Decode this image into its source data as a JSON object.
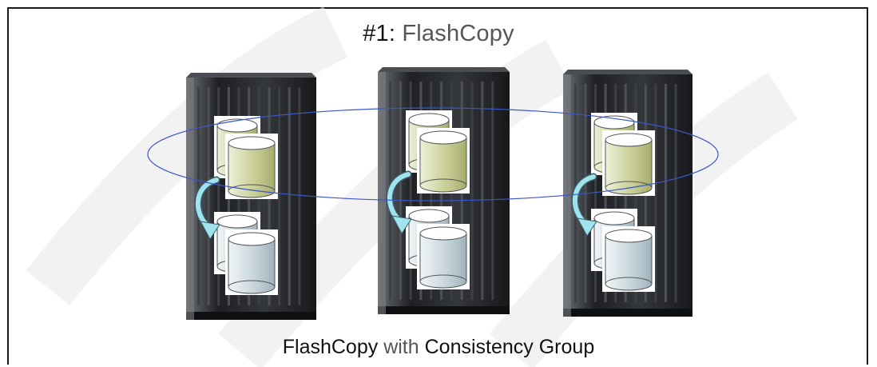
{
  "diagram": {
    "title_prefix": "#1:",
    "title_main": "FlashCopy",
    "caption_part1": "FlashCopy",
    "caption_part2": "with",
    "caption_part3": "Consistency Group",
    "storage_units": [
      {
        "name": "storage-unit-left"
      },
      {
        "name": "storage-unit-center"
      },
      {
        "name": "storage-unit-right"
      }
    ],
    "colors": {
      "source_volume": "#c9cf98",
      "target_volume": "#c8d6dc",
      "arrow": "#9fe3ee",
      "group_ellipse": "#3a57c8",
      "rack": "#2b2d30",
      "watermark": "#e8e8e8"
    }
  }
}
